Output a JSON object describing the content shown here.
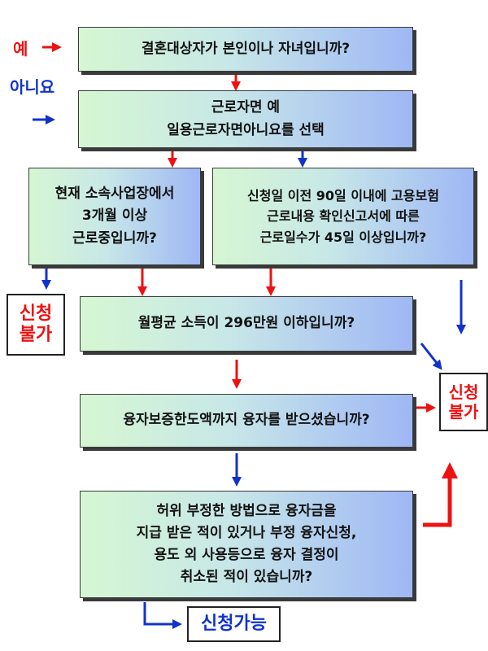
{
  "legend": {
    "yes_label": "예",
    "no_label": "아니요"
  },
  "nodes": {
    "q1": "결혼대상자가 본인이나 자녀입니까?",
    "q2": "근로자면 예\n일용근로자면아니요를 선택",
    "q3": "현재 소속사업장에서\n3개월 이상\n근로중입니까?",
    "q4": "신청일 이전 90일 이내에 고용보험\n근로내용 확인신고서에 따른\n근로일수가 45일 이상입니까?",
    "q5": "월평균 소득이 296만원 이하입니까?",
    "q6": "융자보증한도액까지 융자를 받으셨습니까?",
    "q7": "허위 부정한 방법으로 융자금을\n지급 받은 적이 있거나 부정 융자신청,\n용도 외 사용등으로 융자 결정이\n취소된 적이 있습니까?"
  },
  "results": {
    "reject_left": "신청\n불가",
    "reject_right": "신청\n불가",
    "approve": "신청가능"
  },
  "colors": {
    "yes": "#ee1111",
    "no": "#1133cc"
  }
}
